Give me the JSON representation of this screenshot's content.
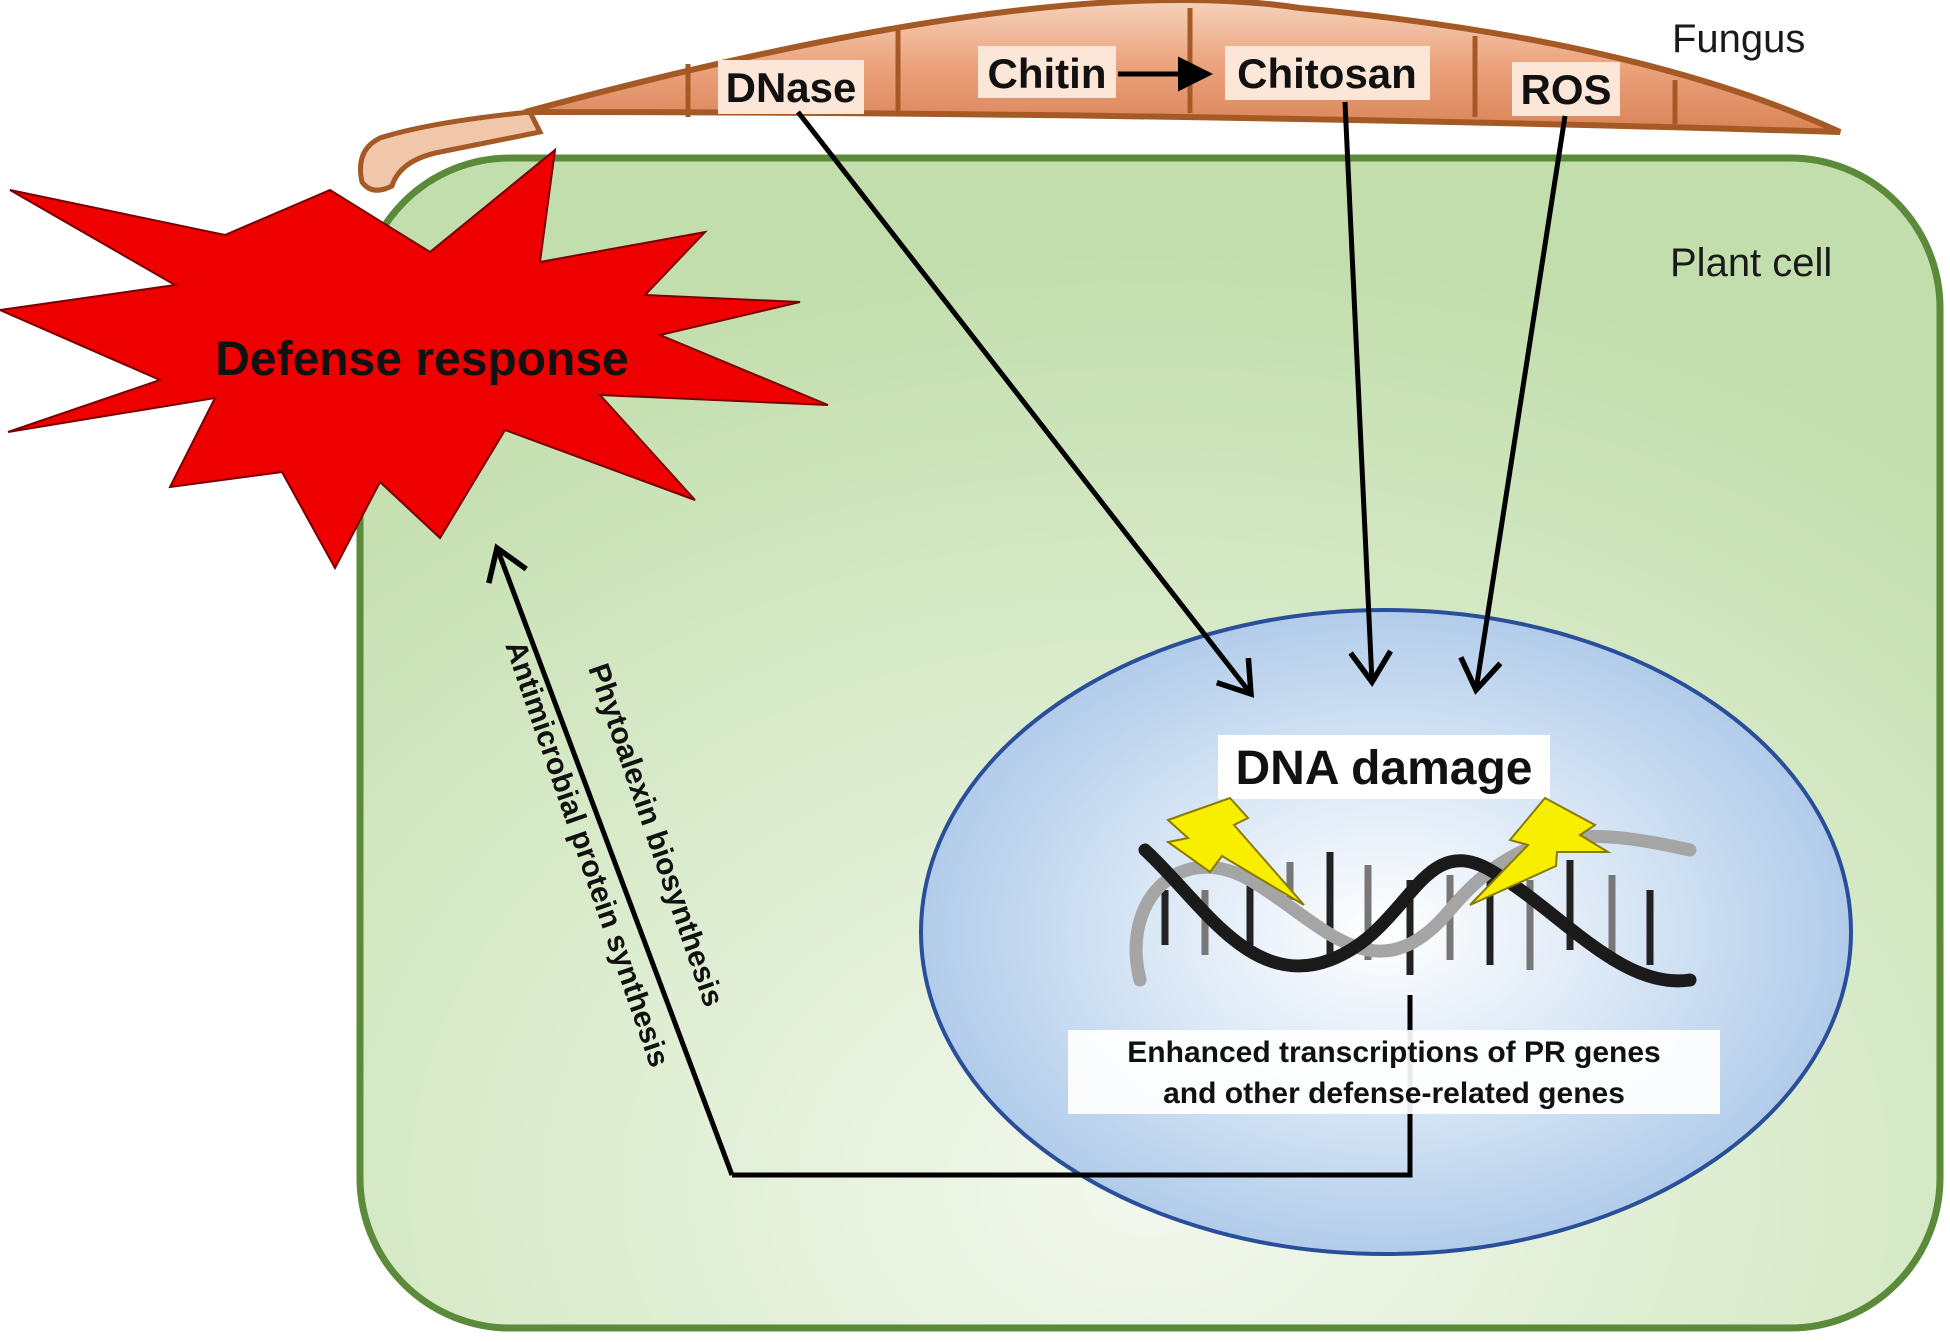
{
  "labels": {
    "fungus": "Fungus",
    "plant_cell": "Plant cell",
    "dnase": "DNase",
    "chitin": "Chitin",
    "chitosan": "Chitosan",
    "ros": "ROS",
    "defense_response": "Defense response",
    "dna_damage": "DNA damage",
    "enhanced_line1": "Enhanced transcriptions of PR genes",
    "enhanced_line2": "and other defense-related genes",
    "phytoalexin": "Phytoalexin biosynthesis",
    "antimicrobial": "Antimicrobial protein synthesis"
  },
  "colors": {
    "cell_border": "#5a8a3a",
    "cell_fill": "#cfe5bd",
    "fungus_fill": "#e9a57f",
    "fungus_border": "#a55a26",
    "starburst": "#ee0000",
    "nucleus_border": "#2a4f9a",
    "nucleus_fill": "#bcd4ee",
    "bolt": "#f7ee00"
  }
}
